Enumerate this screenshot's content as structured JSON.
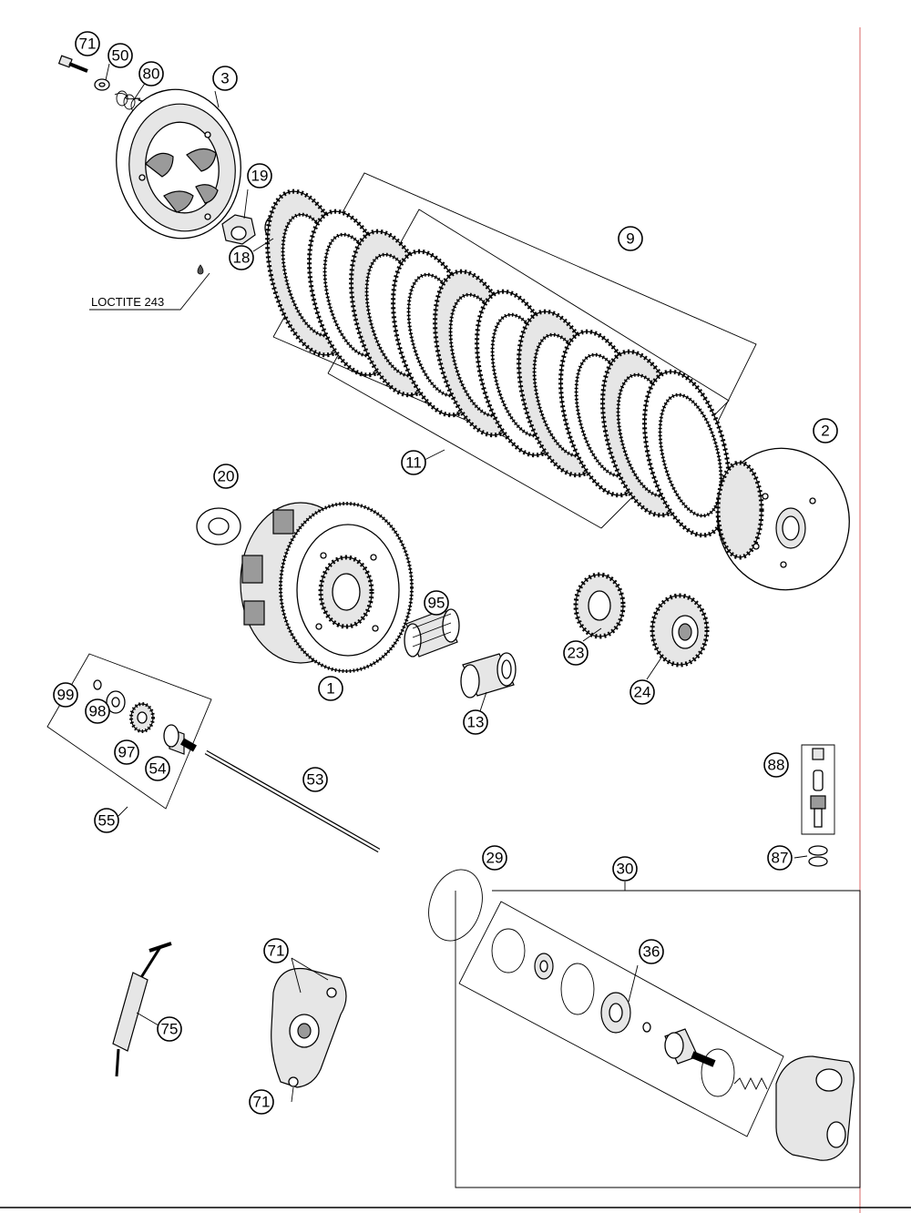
{
  "diagram": {
    "callouts": [
      {
        "id": "c71a",
        "label": "71"
      },
      {
        "id": "c50",
        "label": "50"
      },
      {
        "id": "c80",
        "label": "80"
      },
      {
        "id": "c3",
        "label": "3"
      },
      {
        "id": "c19",
        "label": "19"
      },
      {
        "id": "c18",
        "label": "18"
      },
      {
        "id": "c9",
        "label": "9"
      },
      {
        "id": "c2",
        "label": "2"
      },
      {
        "id": "c11",
        "label": "11"
      },
      {
        "id": "c20",
        "label": "20"
      },
      {
        "id": "c95",
        "label": "95"
      },
      {
        "id": "c1",
        "label": "1"
      },
      {
        "id": "c23",
        "label": "23"
      },
      {
        "id": "c24",
        "label": "24"
      },
      {
        "id": "c13",
        "label": "13"
      },
      {
        "id": "c99",
        "label": "99"
      },
      {
        "id": "c98",
        "label": "98"
      },
      {
        "id": "c97",
        "label": "97"
      },
      {
        "id": "c54",
        "label": "54"
      },
      {
        "id": "c53",
        "label": "53"
      },
      {
        "id": "c55",
        "label": "55"
      },
      {
        "id": "c88",
        "label": "88"
      },
      {
        "id": "c87",
        "label": "87"
      },
      {
        "id": "c29",
        "label": "29"
      },
      {
        "id": "c30",
        "label": "30"
      },
      {
        "id": "c36",
        "label": "36"
      },
      {
        "id": "c71b",
        "label": "71"
      },
      {
        "id": "c75",
        "label": "75"
      },
      {
        "id": "c71c",
        "label": "71"
      }
    ],
    "notes": {
      "loctite": "LOCTITE 243"
    }
  }
}
